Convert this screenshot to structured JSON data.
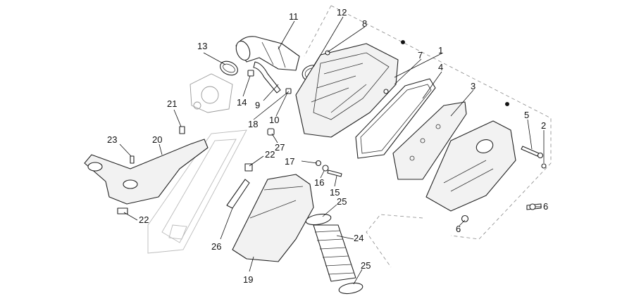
{
  "callouts": [
    {
      "id": "c1",
      "text": "1"
    },
    {
      "id": "c2",
      "text": "2"
    },
    {
      "id": "c3",
      "text": "3"
    },
    {
      "id": "c4",
      "text": "4"
    },
    {
      "id": "c5",
      "text": "5"
    },
    {
      "id": "c6a",
      "text": "6"
    },
    {
      "id": "c6b",
      "text": "6"
    },
    {
      "id": "c7",
      "text": "7"
    },
    {
      "id": "c8",
      "text": "8"
    },
    {
      "id": "c9",
      "text": "9"
    },
    {
      "id": "c10",
      "text": "10"
    },
    {
      "id": "c11",
      "text": "11"
    },
    {
      "id": "c12",
      "text": "12"
    },
    {
      "id": "c13",
      "text": "13"
    },
    {
      "id": "c14",
      "text": "14"
    },
    {
      "id": "c15",
      "text": "15"
    },
    {
      "id": "c16",
      "text": "16"
    },
    {
      "id": "c17",
      "text": "17"
    },
    {
      "id": "c18",
      "text": "18"
    },
    {
      "id": "c19",
      "text": "19"
    },
    {
      "id": "c20",
      "text": "20"
    },
    {
      "id": "c21",
      "text": "21"
    },
    {
      "id": "c22a",
      "text": "22"
    },
    {
      "id": "c22b",
      "text": "22"
    },
    {
      "id": "c23",
      "text": "23"
    },
    {
      "id": "c24",
      "text": "24"
    },
    {
      "id": "c25a",
      "text": "25"
    },
    {
      "id": "c25b",
      "text": "25"
    },
    {
      "id": "c26",
      "text": "26"
    },
    {
      "id": "c27",
      "text": "27"
    }
  ],
  "colors": {
    "line": "#222222",
    "background": "#ffffff",
    "fill": "#f2f2f2"
  }
}
